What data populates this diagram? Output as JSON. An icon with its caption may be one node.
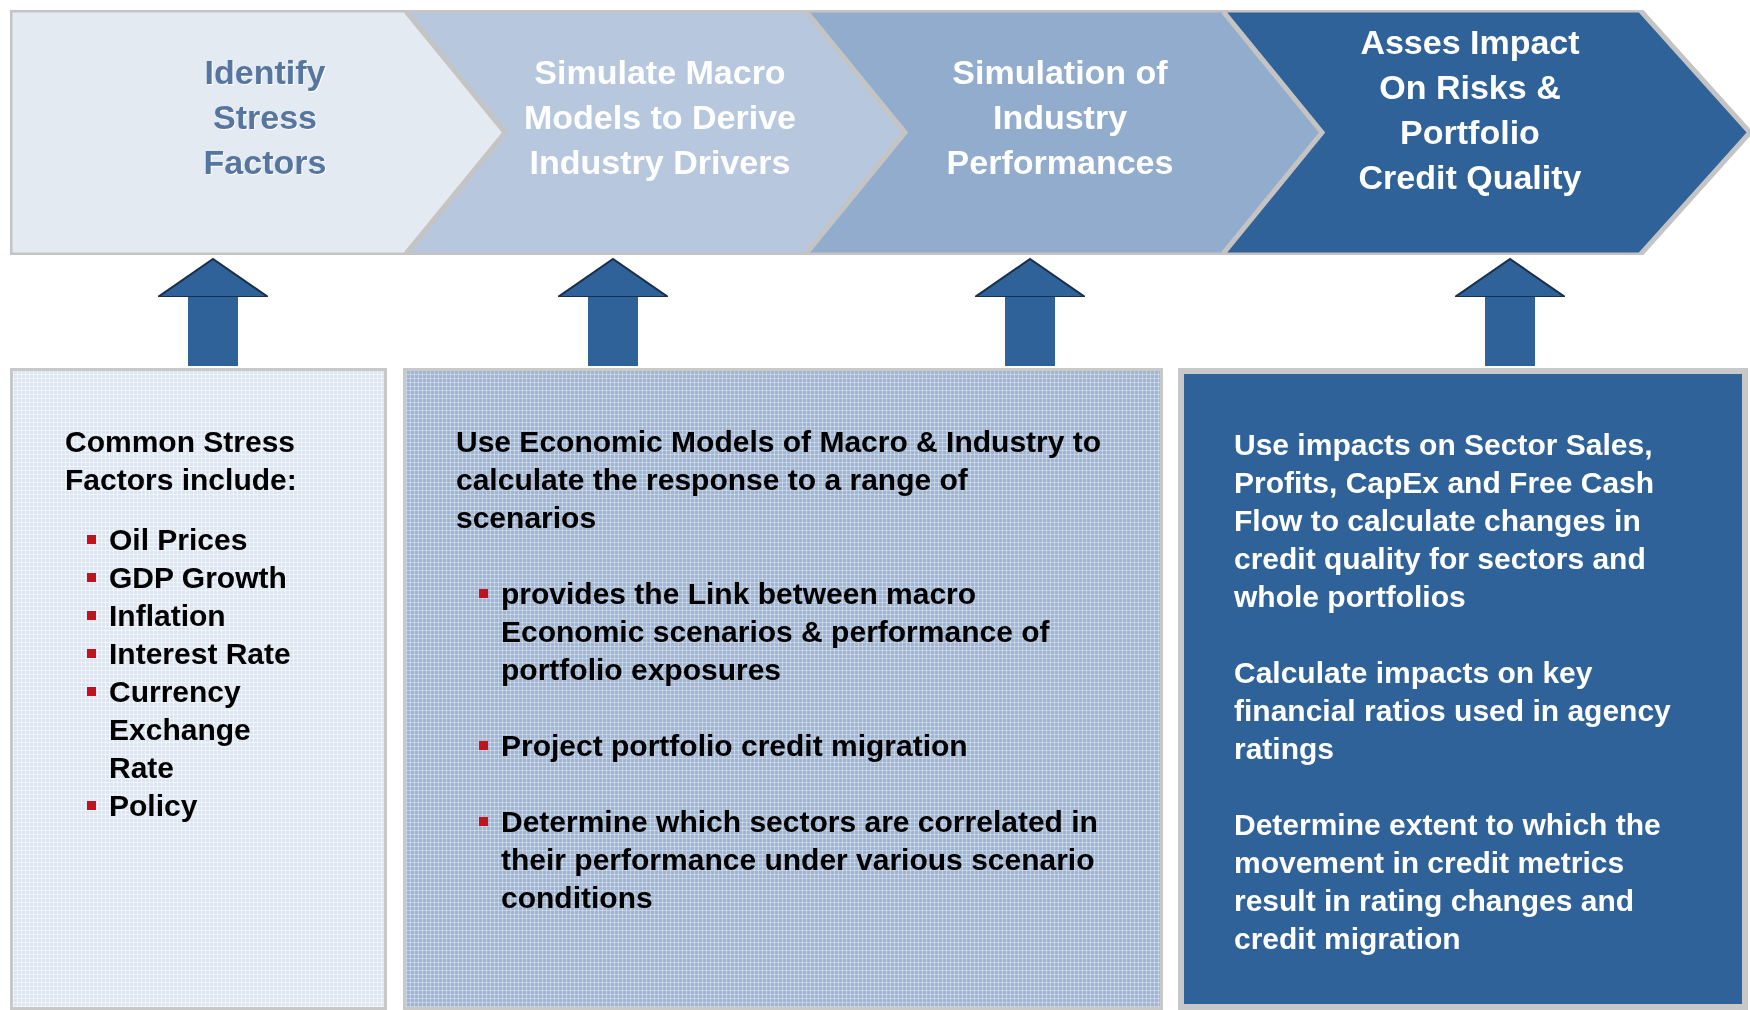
{
  "diagram": {
    "nodes": [
      {
        "text": [
          "Identify Stress Factors"
        ]
      },
      {
        "text": [
          "Simulate Macro Models to Derive Industry Drivers"
        ]
      },
      {
        "text": [
          "Simulation of Industry Performances"
        ]
      },
      {
        "text": [
          "Asses Impact On Risks & Portfolio Credit Quality"
        ]
      },
      {
        "text": [
          "Common Stress Factors include:",
          "Oil Prices",
          "GDP Growth",
          "Inflation",
          "Interest Rate",
          "Currency Exchange Rate",
          "Policy"
        ]
      },
      {
        "text": [
          "Use Economic Models of Macro & Industry to calculate the response to a range of scenarios",
          "provides the Link between macro Economic scenarios & performance of portfolio exposures",
          "Project portfolio credit migration",
          "Determine which sectors are correlated in their performance under various scenario conditions"
        ]
      },
      {
        "text": [
          "Use impacts on Sector Sales, Profits, CapEx and Free Cash Flow to calculate  changes in credit quality for sectors and whole portfolios",
          "Calculate impacts on key financial ratios used in agency ratings",
          "Determine extent to which the movement in credit  metrics result in rating changes and credit migration"
        ]
      }
    ],
    "edges": [
      {
        "from": 4,
        "to": 0,
        "arrow": "to"
      },
      {
        "from": 5,
        "to": 1,
        "arrow": "to"
      },
      {
        "from": 5,
        "to": 2,
        "arrow": "to"
      },
      {
        "from": 6,
        "to": 3,
        "arrow": "to"
      }
    ]
  }
}
